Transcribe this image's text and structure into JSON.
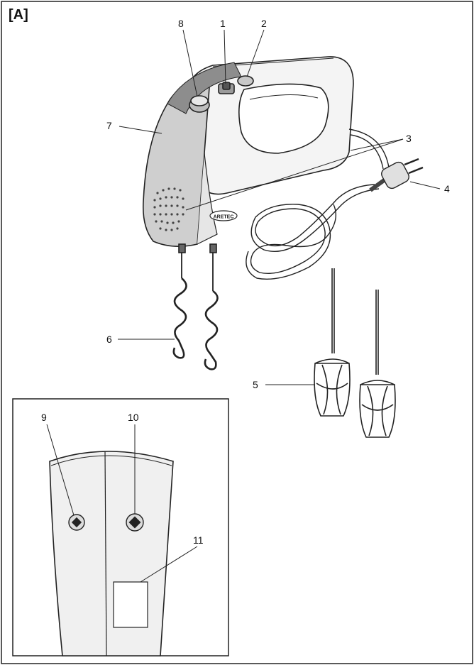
{
  "figure_label": "[A]",
  "brand_logo_text": "ARETEC",
  "callouts": {
    "c1": "1",
    "c2": "2",
    "c3": "3",
    "c4": "4",
    "c5": "5",
    "c6": "6",
    "c7": "7",
    "c8": "8",
    "c9": "9",
    "c10": "10",
    "c11": "11"
  }
}
